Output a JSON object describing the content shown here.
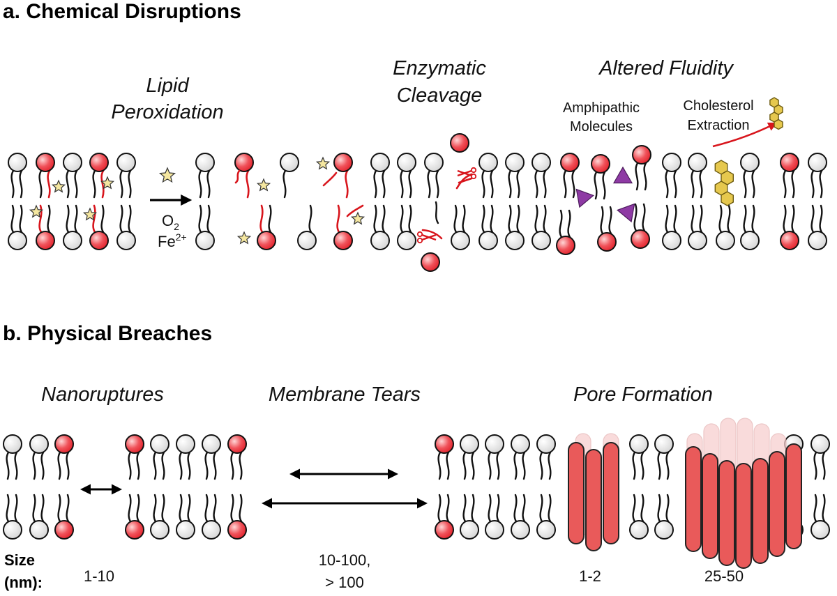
{
  "section_a": {
    "title": "a. Chemical Disruptions",
    "lipid_peroxidation": {
      "line1": "Lipid",
      "line2": "Peroxidation",
      "reagent_o2": "O",
      "reagent_o2_sub": "2",
      "reagent_fe": "Fe",
      "reagent_fe_sup": "2+"
    },
    "enzymatic_cleavage": {
      "line1": "Enzymatic",
      "line2": "Cleavage"
    },
    "altered_fluidity": {
      "title": "Altered Fluidity",
      "amphipathic": {
        "line1": "Amphipathic",
        "line2": "Molecules"
      },
      "cholesterol": {
        "line1": "Cholesterol",
        "line2": "Extraction"
      }
    }
  },
  "section_b": {
    "title": "b. Physical Breaches",
    "nanoruptures": "Nanoruptures",
    "membrane_tears": "Membrane Tears",
    "pore_formation": "Pore Formation",
    "size_label": {
      "line1": "Size",
      "line2": "(nm):"
    },
    "sizes": {
      "nanoruptures": "1-10",
      "tears_line1": "10-100,",
      "tears_line2": "> 100",
      "pore_small": "1-2",
      "pore_large": "25-50"
    }
  },
  "colors": {
    "head_gray": "#e3e3e3",
    "head_red": "#ee3d45",
    "accent_red": "#d8151c",
    "star": "#f5e7a0",
    "triangle": "#8e3aa4",
    "cholesterol": "#e6c84e",
    "pore_red": "#e95a5a"
  }
}
